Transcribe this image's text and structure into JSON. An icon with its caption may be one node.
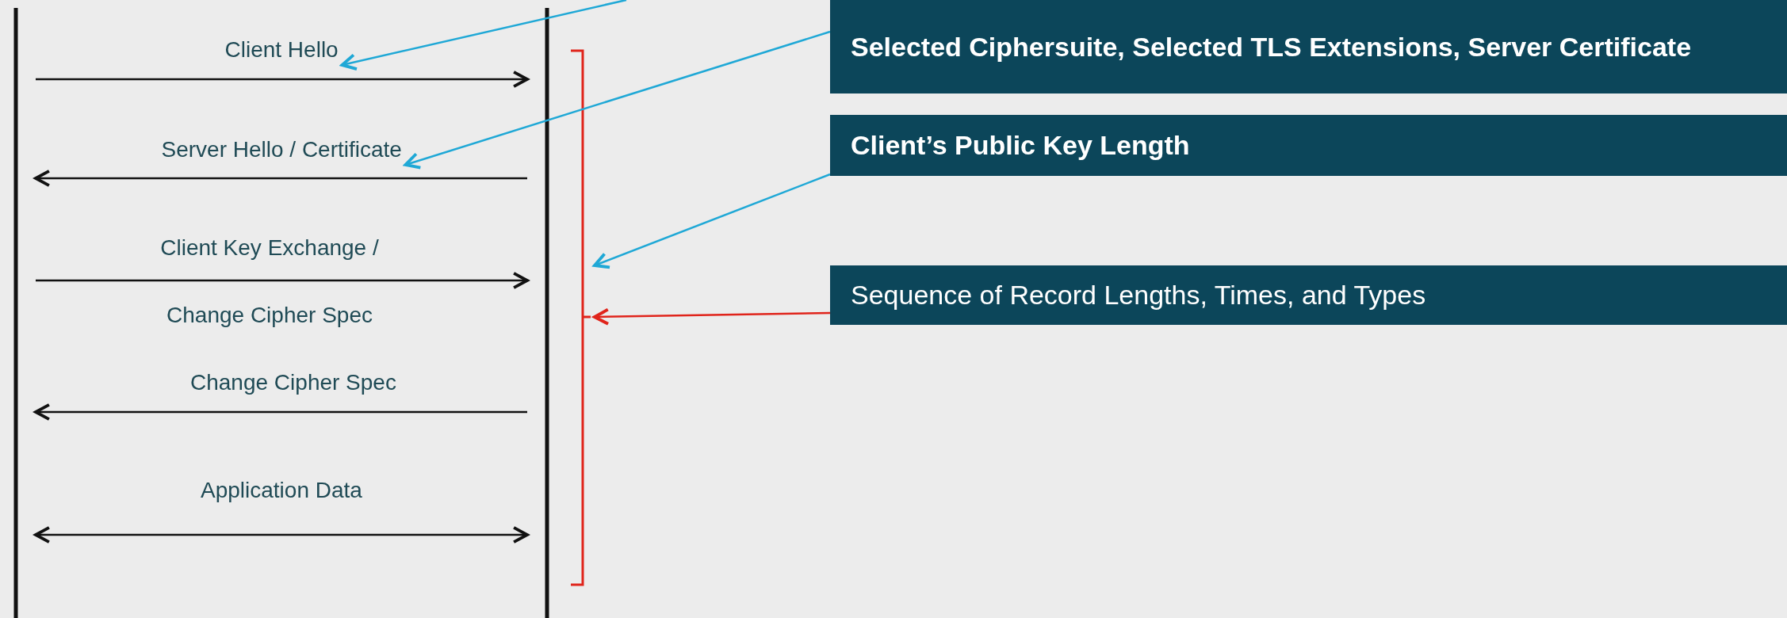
{
  "diagram": {
    "nodes": [
      {
        "text": [],
        "shape": "bar"
      },
      {
        "text": [],
        "shape": "bar"
      },
      {
        "text": [],
        "shape": "bracket"
      },
      {
        "text": [
          "Selected Ciphersuite, Selected TLS Extensions, Server Certificate"
        ]
      },
      {
        "text": [
          "Client’s Public Key Length"
        ]
      },
      {
        "text": [
          "Sequence of Record Lengths, Times, and Types"
        ]
      },
      {
        "text": [
          "Client Hello"
        ]
      },
      {
        "text": [
          "Server Hello / Certificate"
        ]
      },
      {
        "text": [
          "Client Key Exchange / Change Cipher Spec"
        ]
      },
      {
        "text": [
          "Change Cipher Spec"
        ]
      },
      {
        "text": [
          "Application Data"
        ]
      }
    ],
    "edges": [
      {
        "from": 0,
        "to": 1,
        "arrow": "to"
      },
      {
        "from": 1,
        "to": 0,
        "arrow": "to"
      },
      {
        "from": 0,
        "to": 1,
        "arrow": "to"
      },
      {
        "from": 1,
        "to": 0,
        "arrow": "to"
      },
      {
        "from": 0,
        "to": 1,
        "arrow": "both"
      },
      {
        "from": null,
        "to": 6,
        "arrow": "to",
        "color": "#1fa8d6"
      },
      {
        "from": 3,
        "to": 7,
        "arrow": "to",
        "color": "#1fa8d6"
      },
      {
        "from": 4,
        "to": 2,
        "arrow": "to",
        "color": "#1fa8d6"
      },
      {
        "from": 5,
        "to": 2,
        "arrow": "to",
        "color": "#e0241b"
      }
    ]
  }
}
